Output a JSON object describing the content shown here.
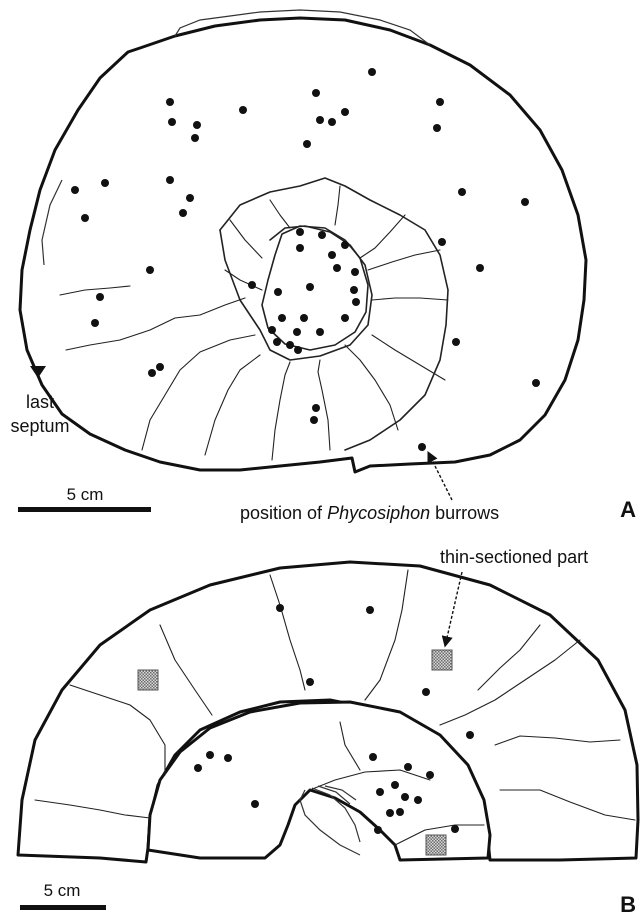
{
  "panel_a": {
    "panel_letter": "A",
    "label_last_septum_line1": "last",
    "label_last_septum_line2": "septum",
    "scale_label": "5 cm",
    "burrow_label_prefix": "position of ",
    "burrow_label_italic": "Phycosiphon",
    "burrow_label_suffix": " burrows"
  },
  "panel_b": {
    "panel_letter": "B",
    "thin_section_label": "thin-sectioned part",
    "scale_label": "5 cm"
  },
  "colors": {
    "ink": "#111111",
    "dot": "#111111",
    "hatch": "#9a9a9a"
  }
}
